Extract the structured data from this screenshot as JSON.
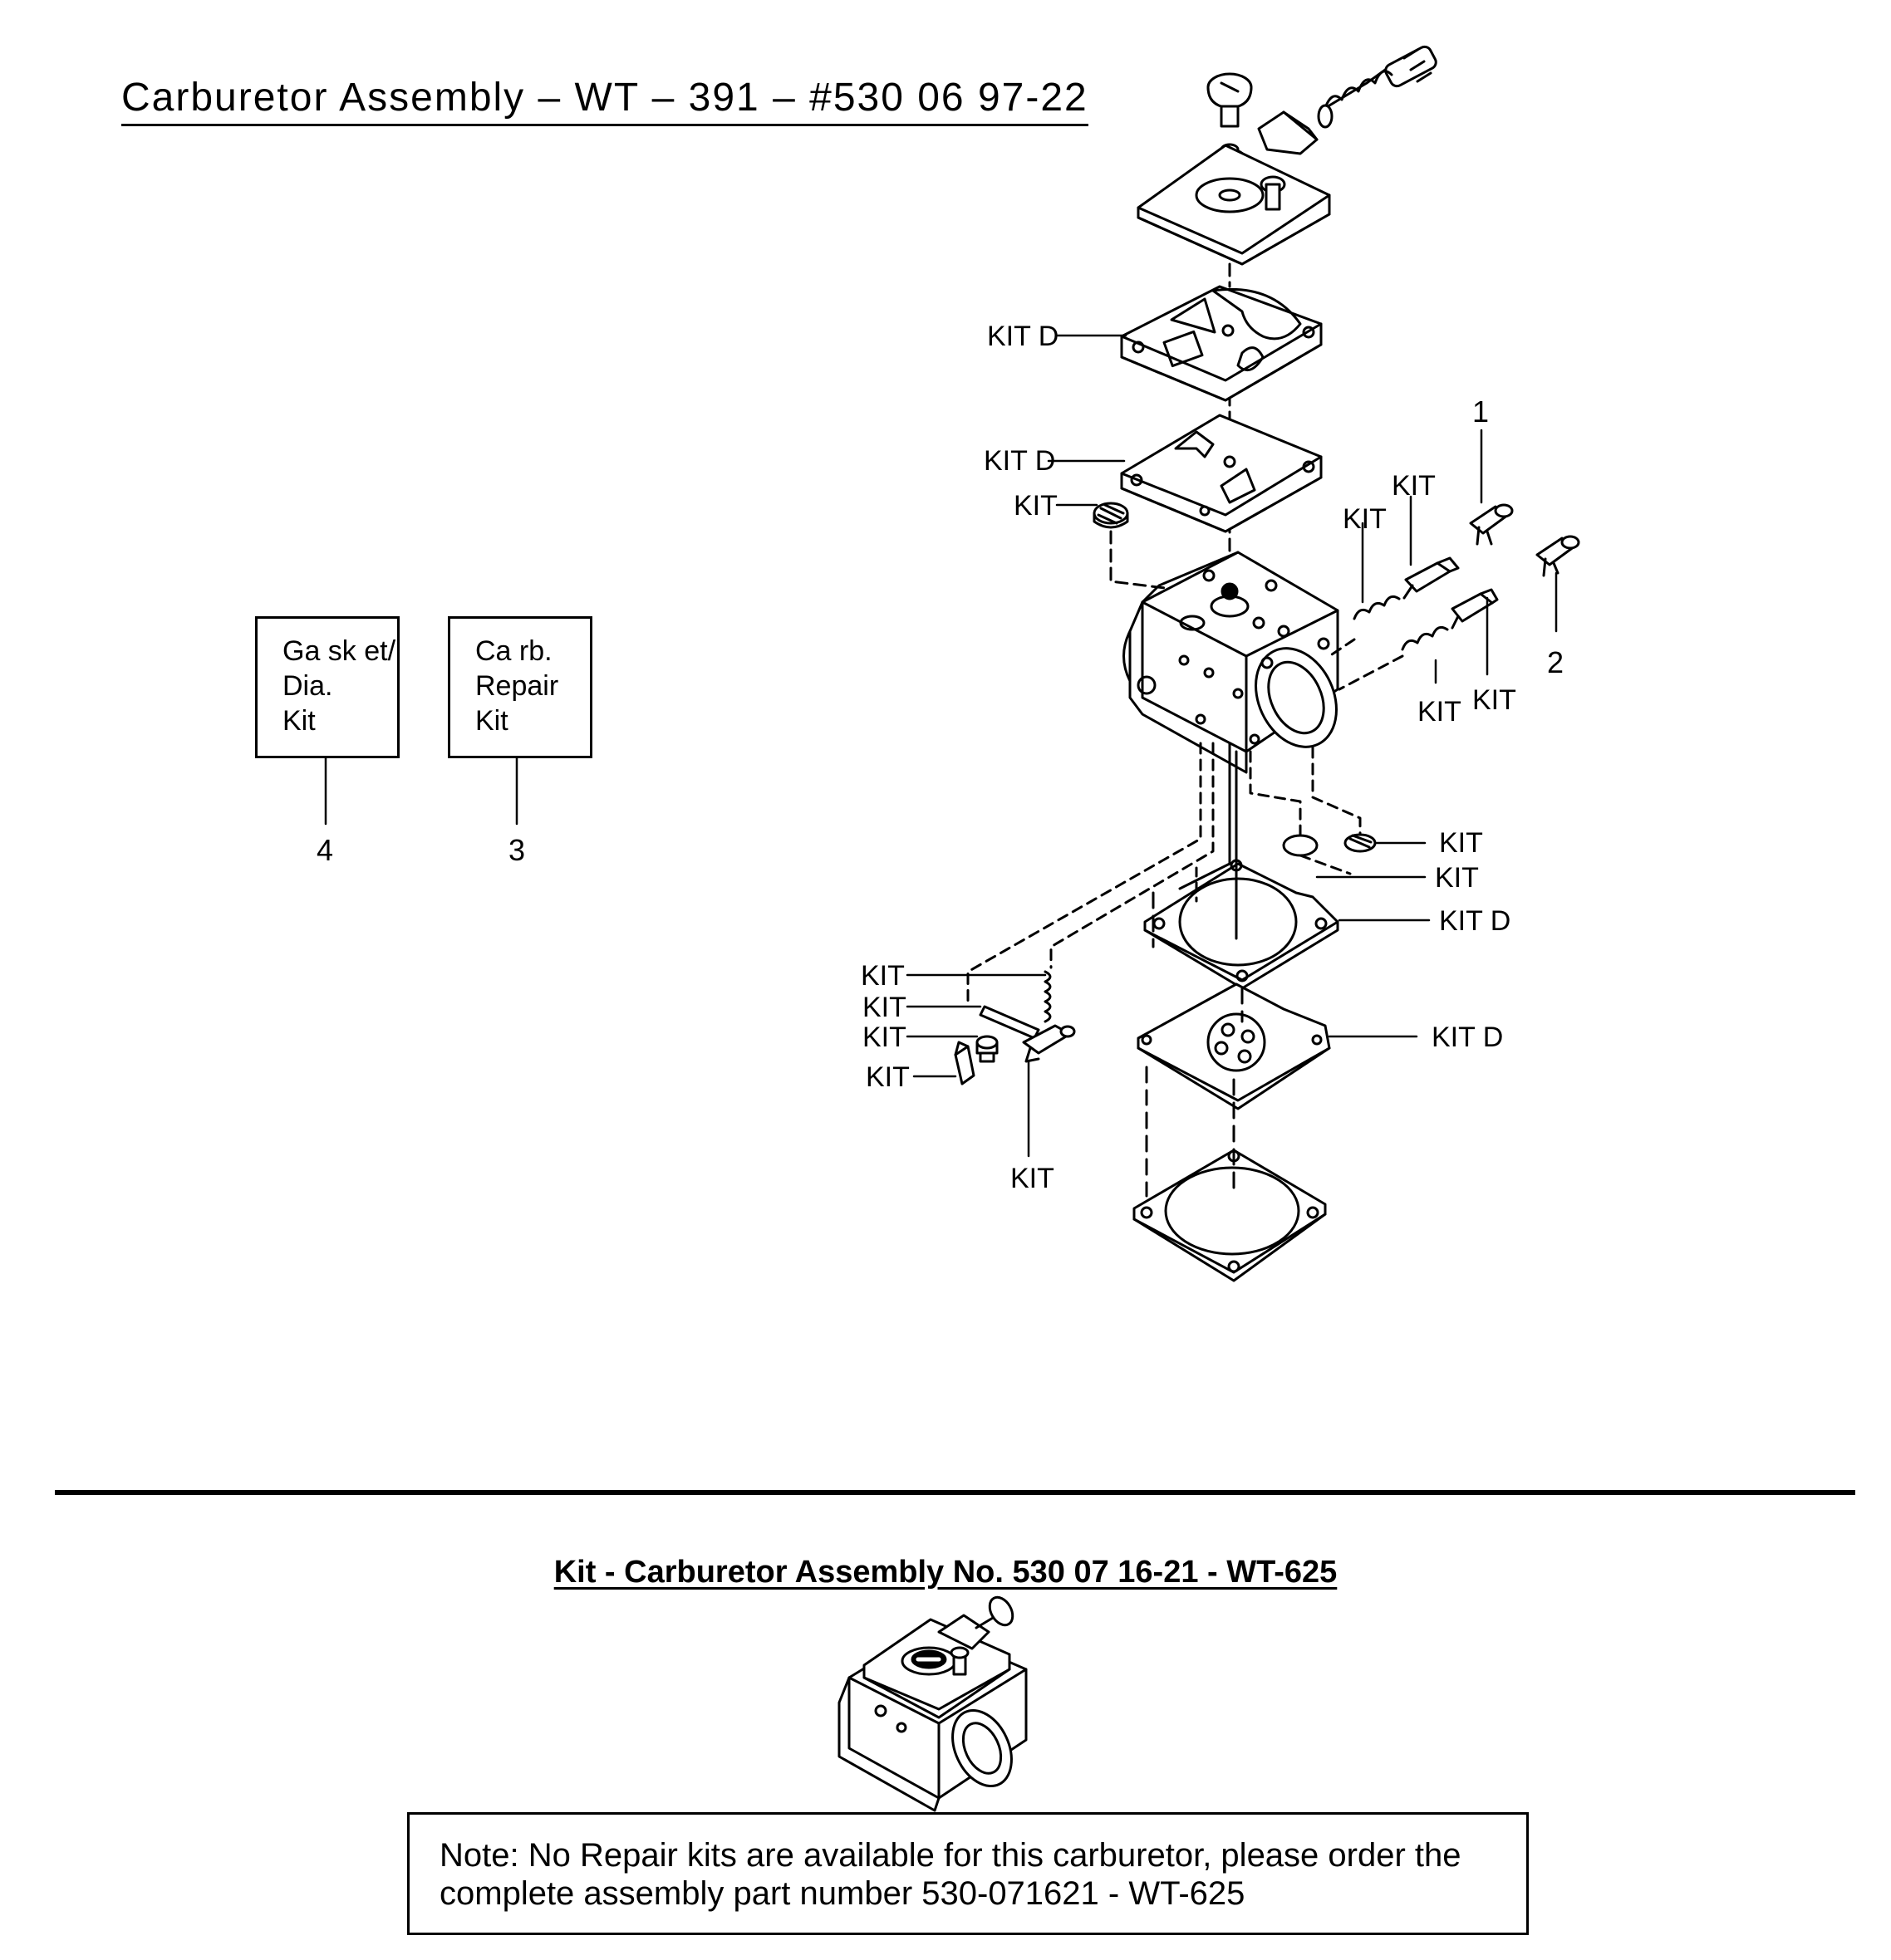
{
  "header": {
    "title": "Carburetor Assembly  –  WT – 391  –  #530 06 97-22"
  },
  "kit_boxes": [
    {
      "label": "Ga sk et/\nDia.\nKit",
      "ref": "4"
    },
    {
      "label": "Ca rb.\nRepair\nKit",
      "ref": "3"
    }
  ],
  "callouts": {
    "kit_d_cover_gasket": "KIT D",
    "kit_d_diaphragm_top": "KIT D",
    "kit_screen_top": "KIT",
    "kit_needle_upper_a": "KIT",
    "kit_needle_upper_b": "KIT",
    "kit_needle_lower_a": "KIT",
    "kit_needle_lower_b": "KIT",
    "kit_screen_low_a": "KIT",
    "kit_screen_low_b": "KIT",
    "kit_d_gasket_low": "KIT D",
    "kit_d_diaphragm_low": "KIT D",
    "kit_spring_left": "KIT",
    "kit_pin_left": "KIT",
    "kit_screw_left": "KIT",
    "kit_needle_left": "KIT",
    "kit_lever_bottom": "KIT"
  },
  "ref_numbers": {
    "limiter_cap_1": "1",
    "limiter_cap_2": "2"
  },
  "kit_section": {
    "title": "Kit - Carburetor Assembly No. 530 07 16-21 - WT-625",
    "note_line_1": "Note: No Repair kits are available for this carburetor, please order the",
    "note_line_2": "complete assembly part number 530-071621 - WT-625"
  }
}
